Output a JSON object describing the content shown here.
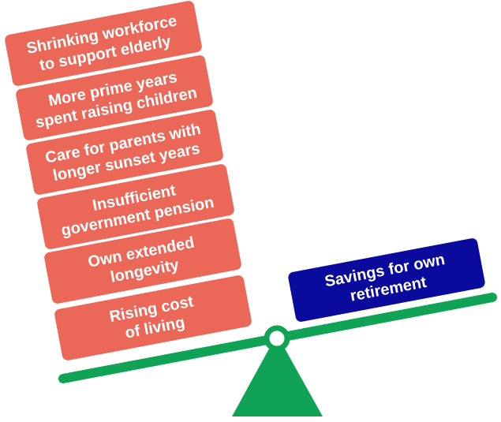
{
  "colors": {
    "burden_box": "#eb6859",
    "burden_box_edge": "#d2574a",
    "savings_box": "#0a0a9c",
    "seesaw": "#10a356",
    "text": "#ffffff",
    "background": "#ffffff"
  },
  "burdens": [
    {
      "line1": "Shrinking workforce",
      "line2": "to support elderly"
    },
    {
      "line1": "More prime years",
      "line2": "spent raising children"
    },
    {
      "line1": "Care for parents with",
      "line2": "longer sunset years"
    },
    {
      "line1": "Insufficient",
      "line2": "government pension"
    },
    {
      "line1": "Own extended",
      "line2": "longevity"
    },
    {
      "line1": "Rising cost",
      "line2": "of living"
    }
  ],
  "savings": {
    "line1": "Savings for own",
    "line2": "retirement"
  }
}
